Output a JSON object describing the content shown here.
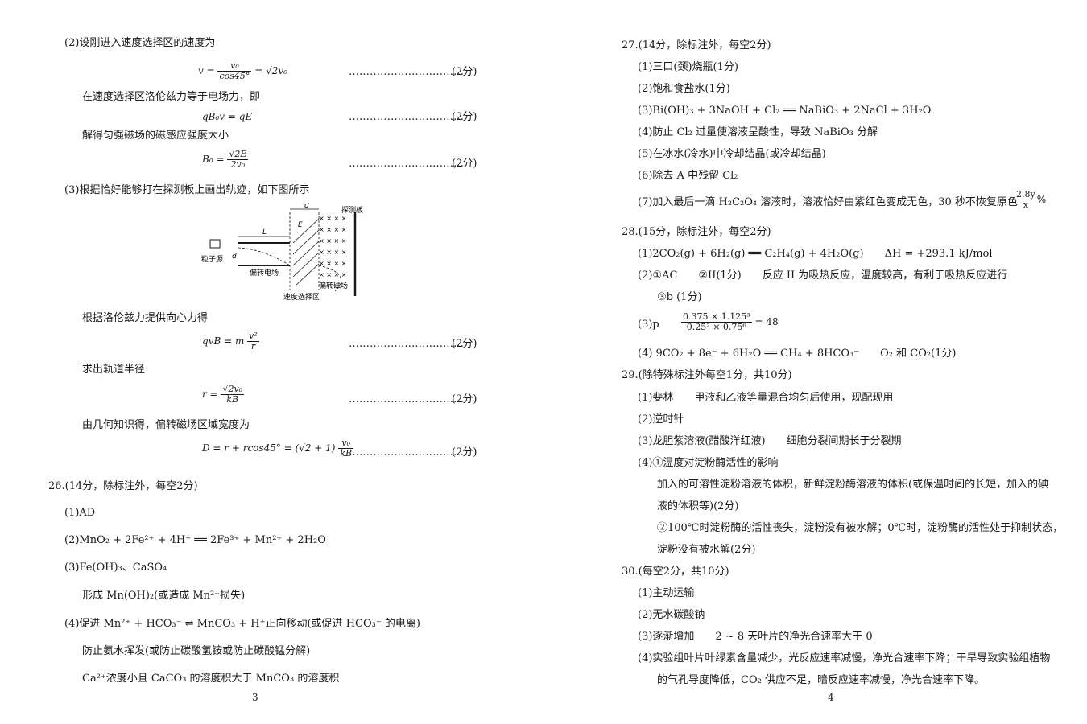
{
  "left": {
    "q25_2_intro": "(2)设刚进入速度选择区的速度为",
    "f1": "v = v₀ / cos45° = √2 v₀",
    "f1_num": "v₀",
    "f1_den": "cos45°",
    "f1_rest": "= √2v₀",
    "f1_v": "v =",
    "lorentz_eq": "在速度选择区洛伦兹力等于电场力，即",
    "f2": "qB₀v = qE",
    "b_text": "解得匀强磁场的磁感应强度大小",
    "f3_lhs": "B₀ =",
    "f3_num": "√2E",
    "f3_den": "2v₀",
    "q25_3_intro": "(3)根据恰好能够打在探测板上画出轨迹，如下图所示",
    "diagram": {
      "source": "粒子源",
      "field1": "偏转电场",
      "field2": "速度选择区",
      "field3": "偏转磁场",
      "board": "探测板",
      "L": "L",
      "d1": "d",
      "d2": "d",
      "E": "E",
      "xs": "× × × ×"
    },
    "centripetal": "根据洛伦兹力提供向心力得",
    "f4_lhs": "qvB = m",
    "f4_num": "v²",
    "f4_den": "r",
    "radius": "求出轨道半径",
    "f5_lhs": "r =",
    "f5_num": "√2v₀",
    "f5_den": "kB",
    "geometry": "由几何知识得，偏转磁场区域宽度为",
    "f6_lhs": "D = r + rcos45° = (√2 + 1)",
    "f6_num": "v₀",
    "f6_den": "kB",
    "points": "(2分)",
    "dots": "……………………………",
    "q26_head": "26.(14分，除标注外，每空2分)",
    "q26_1": "(1)AD",
    "q26_2": "(2)MnO₂ + 2Fe²⁺ + 4H⁺ ══ 2Fe³⁺ + Mn²⁺ + 2H₂O",
    "q26_3": "(3)Fe(OH)₃、CaSO₄",
    "q26_3b": "形成 Mn(OH)₂(或造成 Mn²⁺损失)",
    "q26_4": "(4)促进 Mn²⁺ + HCO₃⁻ ⇌ MnCO₃ + H⁺正向移动(或促进 HCO₃⁻ 的电离)",
    "q26_4b": "防止氨水挥发(或防止碳酸氢铵或防止碳酸锰分解)",
    "q26_4c": "Ca²⁺浓度小且 CaCO₃ 的溶度积大于 MnCO₃ 的溶度积",
    "page": "3"
  },
  "right": {
    "q27_head": "27.(14分，除标注外，每空2分)",
    "q27_1": "(1)三口(颈)烧瓶(1分)",
    "q27_2": "(2)饱和食盐水(1分)",
    "q27_3": "(3)Bi(OH)₃ + 3NaOH + Cl₂ ══ NaBiO₃ + 2NaCl + 3H₂O",
    "q27_4": "(4)防止 Cl₂ 过量使溶液呈酸性，导致 NaBiO₃ 分解",
    "q27_5": "(5)在冰水(冷水)中冷却结晶(或冷却结晶)",
    "q27_6": "(6)除去 A 中残留 Cl₂",
    "q27_7": "(7)加入最后一滴 H₂C₂O₄ 溶液时，溶液恰好由紫红色变成无色，30 秒不恢复原色",
    "q27_7_num": "2.8y",
    "q27_7_den": "x",
    "q27_7_pct": "%",
    "q28_head": "28.(15分，除标注外，每空2分)",
    "q28_1": "(1)2CO₂(g) + 6H₂(g) ══ C₂H₄(g) + 4H₂O(g)　　ΔH = +293.1 kJ/mol",
    "q28_2": "(2)①AC　　②II(1分)　　反应 II 为吸热反应，温度较高，有利于吸热反应进行",
    "q28_2b": "③b (1分)",
    "q28_3_p": "(3)p",
    "q28_3_num": "0.375 × 1.125³",
    "q28_3_den": "0.25² × 0.75⁶",
    "q28_3_res": "= 48",
    "q28_4": "(4) 9CO₂ + 8e⁻ + 6H₂O ══ CH₄ + 8HCO₃⁻　　O₂ 和 CO₂(1分)",
    "q29_head": "29.(除特殊标注外每空1分，共10分)",
    "q29_1": "(1)斐林　　甲液和乙液等量混合均匀后使用，现配现用",
    "q29_2": "(2)逆时针",
    "q29_3": "(3)龙胆紫溶液(醋酸洋红液)　　细胞分裂间期长于分裂期",
    "q29_4": "(4)①温度对淀粉酶活性的影响",
    "q29_4b": "加入的可溶性淀粉溶液的体积，新鲜淀粉酶溶液的体积(或保温时间的长短，加入的碘",
    "q29_4c": "液的体积等)(2分)",
    "q29_4d": "②100℃时淀粉酶的活性丧失，淀粉没有被水解；0℃时，淀粉酶的活性处于抑制状态，",
    "q29_4e": "淀粉没有被水解(2分)",
    "q30_head": "30.(每空2分，共10分)",
    "q30_1": "(1)主动运输",
    "q30_2": "(2)无水碳酸钠",
    "q30_3": "(3)逐渐增加　　2 ~ 8 天叶片的净光合速率大于 0",
    "q30_4": "(4)实验组叶片叶绿素含量减少，光反应速率减慢，净光合速率下降；干旱导致实验组植物",
    "q30_4b": "的气孔导度降低，CO₂ 供应不足，暗反应速率减慢，净光合速率下降。",
    "page": "4"
  }
}
